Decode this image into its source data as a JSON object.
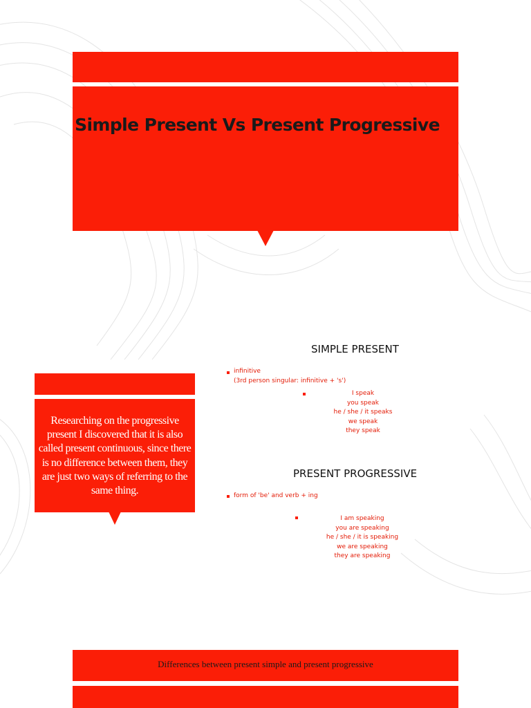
{
  "colors": {
    "accent": "#fb1e07",
    "background": "#ffffff",
    "note_text": "#ffffff"
  },
  "slide1": {
    "title": "Simple Present Vs Present Progressive"
  },
  "slide2": {
    "note": "Researching on the progressive present I discovered that it is also called present continuous, since there is no difference between them, they are just two ways of referring to the same thing.",
    "simple_present": {
      "heading": "SIMPLE PRESENT",
      "rule_line1": "infinitive",
      "rule_line2": "(3rd person singular: infinitive + 's')",
      "examples": [
        "I speak",
        "you speak",
        "he / she / it speaks",
        "we speak",
        "they speak"
      ]
    },
    "present_progressive": {
      "heading": "PRESENT PROGRESSIVE",
      "rule": "form of 'be' and verb + ing",
      "examples": [
        "I am speaking",
        "you are speaking",
        "he / she / it is speaking",
        "we are speaking",
        "they are speaking"
      ]
    }
  },
  "slide3": {
    "title": "Differences between present simple and present progressive"
  }
}
